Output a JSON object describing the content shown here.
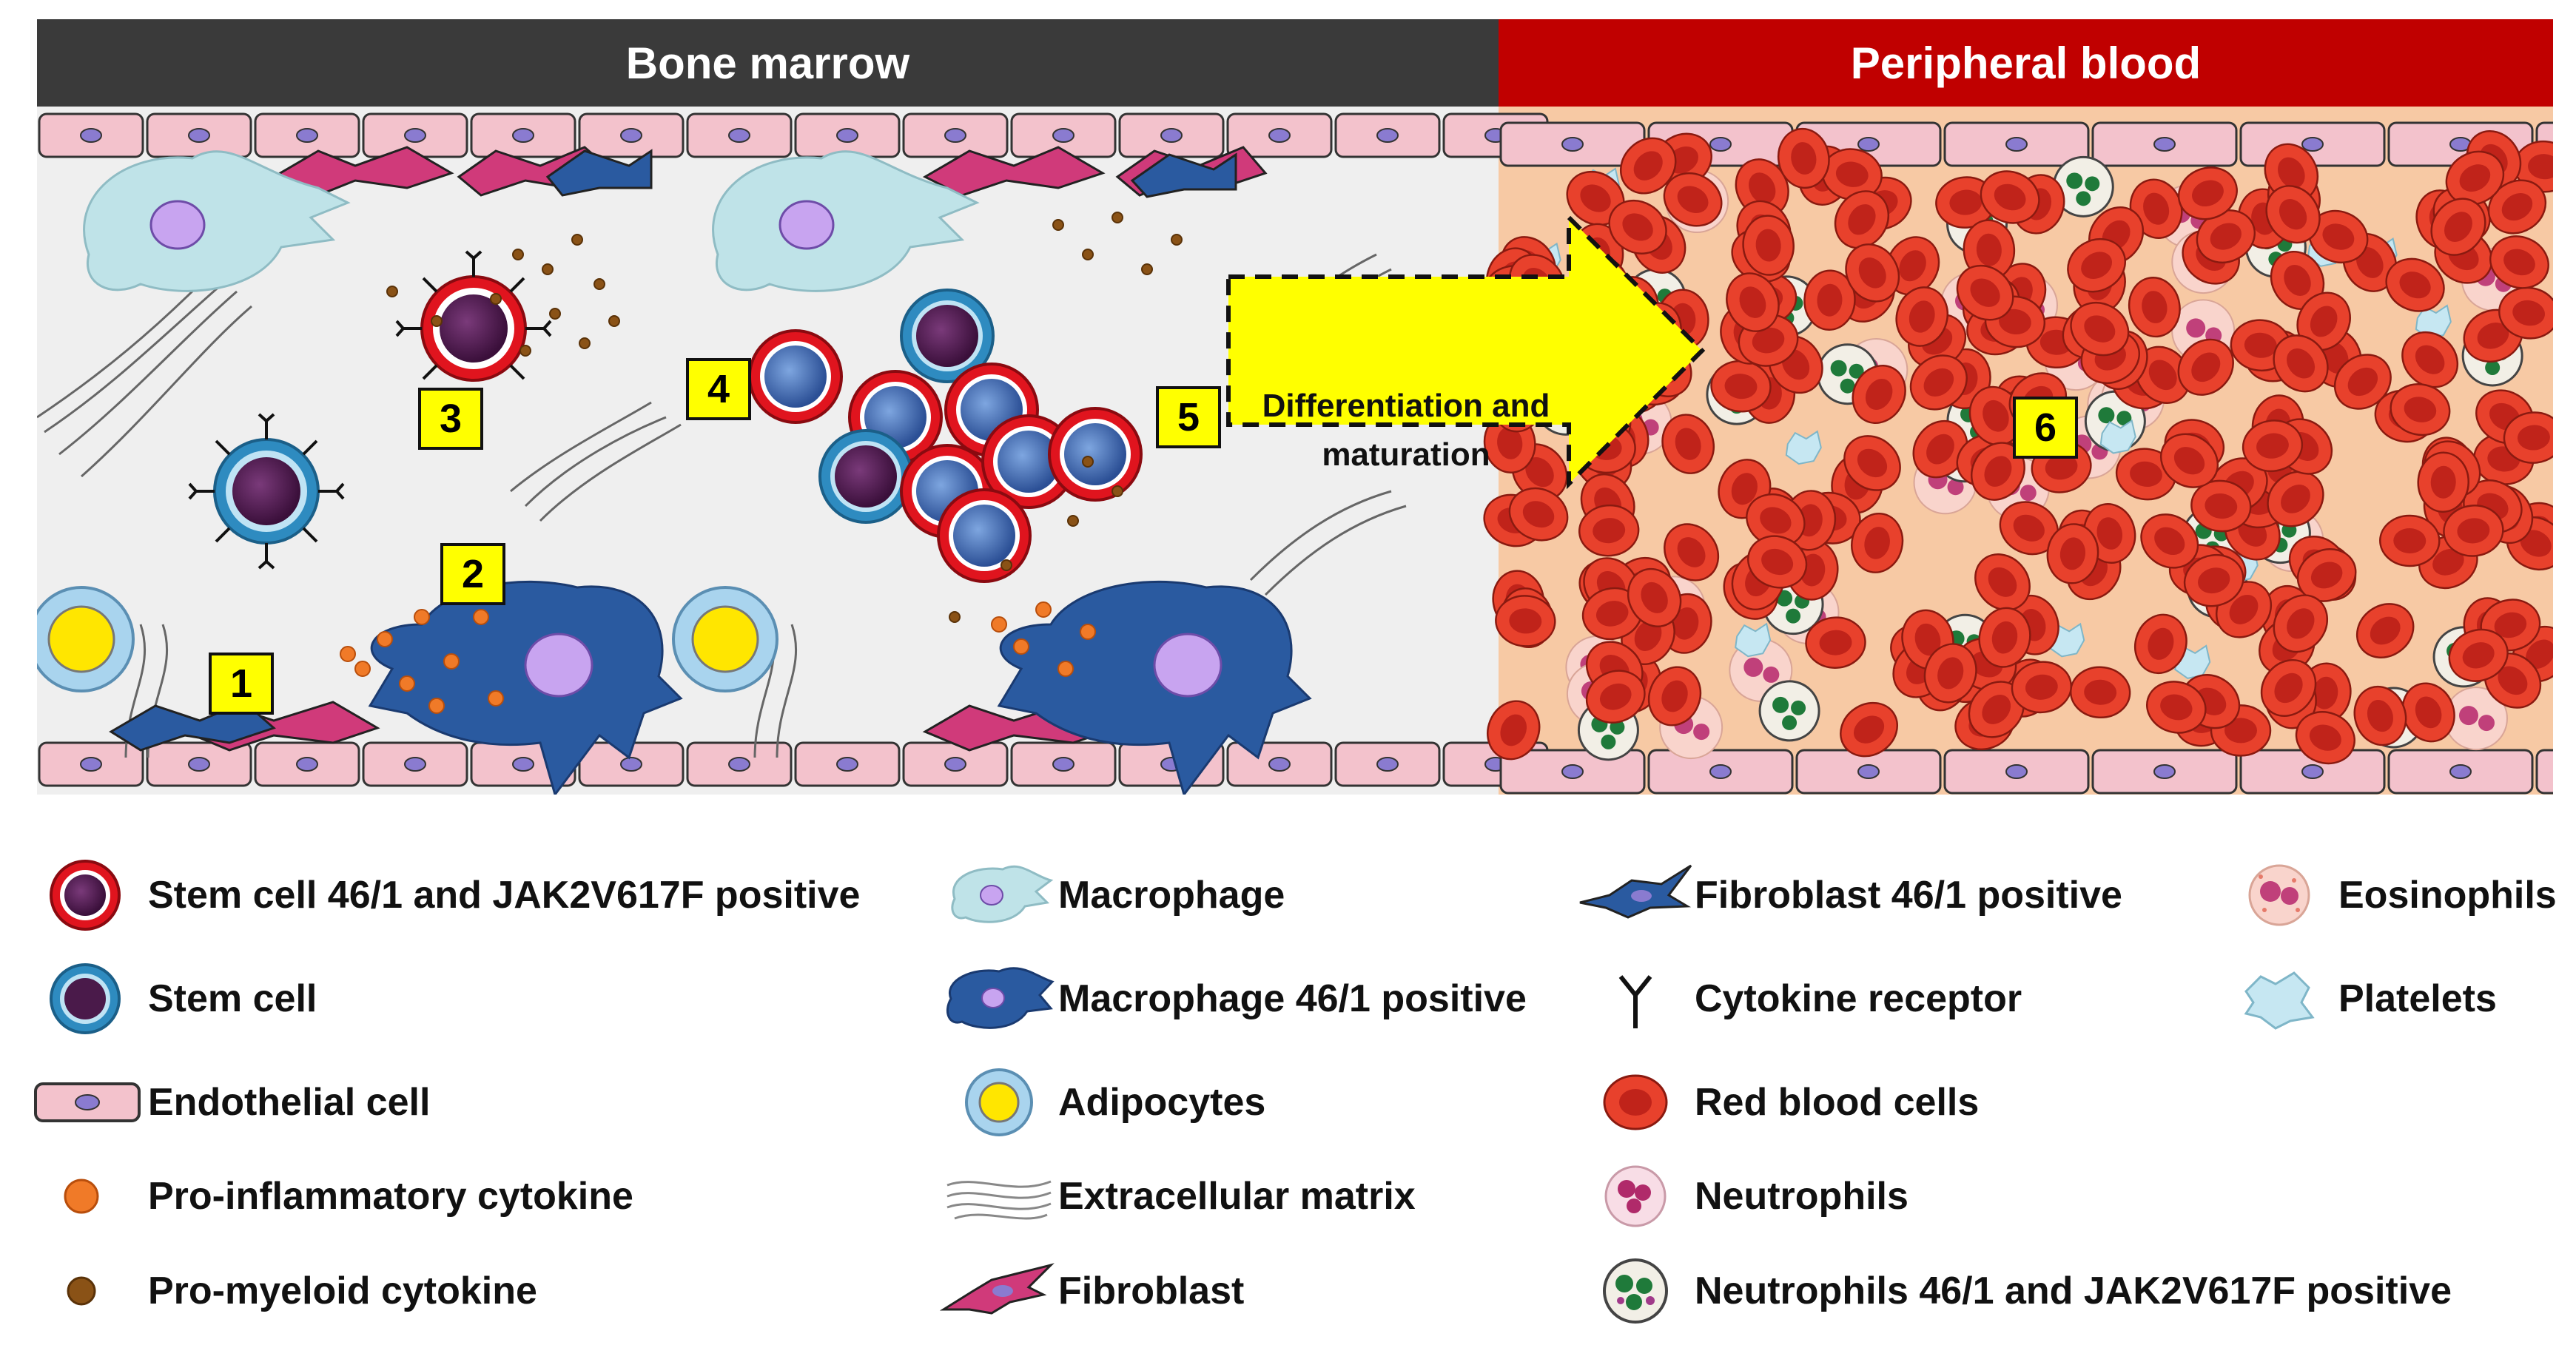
{
  "header": {
    "left": "Bone marrow",
    "right": "Peripheral blood"
  },
  "markers": [
    "1",
    "2",
    "3",
    "4",
    "5",
    "6"
  ],
  "arrow": {
    "line1": "Differentiation and",
    "line2": "maturation"
  },
  "legend": [
    {
      "icon": "stem-cell-positive-icon",
      "label": "Stem cell 46/1 and JAK2V617F positive"
    },
    {
      "icon": "stem-cell-icon",
      "label": "Stem cell"
    },
    {
      "icon": "endothelial-cell-icon",
      "label": "Endothelial cell"
    },
    {
      "icon": "pro-inflammatory-cytokine-icon",
      "label": "Pro-inflammatory cytokine"
    },
    {
      "icon": "pro-myeloid-cytokine-icon",
      "label": "Pro-myeloid cytokine"
    },
    {
      "icon": "macrophage-icon",
      "label": "Macrophage"
    },
    {
      "icon": "macrophage-positive-icon",
      "label": "Macrophage 46/1 positive"
    },
    {
      "icon": "adipocyte-icon",
      "label": "Adipocytes"
    },
    {
      "icon": "extracellular-matrix-icon",
      "label": "Extracellular matrix"
    },
    {
      "icon": "fibroblast-icon",
      "label": "Fibroblast"
    },
    {
      "icon": "fibroblast-positive-icon",
      "label": "Fibroblast 46/1 positive"
    },
    {
      "icon": "cytokine-receptor-icon",
      "label": "Cytokine receptor"
    },
    {
      "icon": "red-blood-cell-icon",
      "label": "Red blood cells"
    },
    {
      "icon": "neutrophil-icon",
      "label": "Neutrophils"
    },
    {
      "icon": "neutrophil-positive-icon",
      "label": "Neutrophils 46/1 and JAK2V617F positive"
    },
    {
      "icon": "eosinophil-icon",
      "label": "Eosinophils"
    },
    {
      "icon": "platelet-icon",
      "label": "Platelets"
    }
  ],
  "colors": {
    "bone_marrow_header": "#3a3a3a",
    "peripheral_blood_header": "#c00000",
    "marker_fill": "#ffff00",
    "red_blood_cell": "#e8412c",
    "stem_cell_ring": "#2e8bc0",
    "positive_ring": "#e0141e",
    "macrophage": "#bfe3e8",
    "macrophage_positive": "#2a5aa0"
  }
}
